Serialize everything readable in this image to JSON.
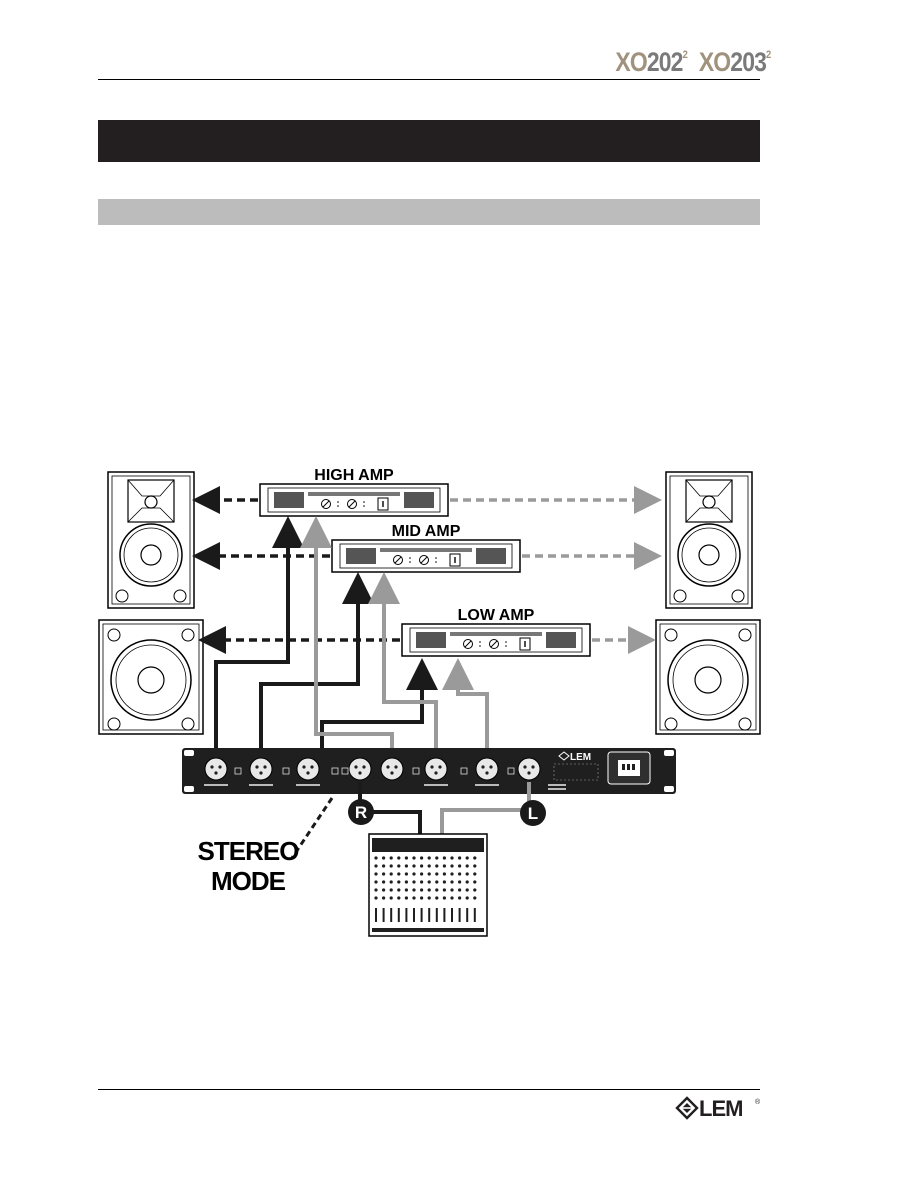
{
  "header": {
    "model_1_prefix": "XO",
    "model_1_number": "202",
    "model_1_sup": "2",
    "model_2_prefix": "XO",
    "model_2_number": "203",
    "model_2_sup": "2"
  },
  "section": {
    "title": "",
    "subtitle": ""
  },
  "diagram": {
    "high_amp": "HIGH AMP",
    "mid_amp": "MID AMP",
    "low_amp": "LOW AMP",
    "input_right": "R",
    "input_left": "L",
    "mode_line1": "STEREO",
    "mode_line2": "MODE",
    "unit_brand": "LEM"
  },
  "footer": {
    "logo_text": "LEM",
    "logo_mark": "®"
  },
  "colors": {
    "black_band": "#231f20",
    "grey_band": "#bcbcbc",
    "grey_cable": "#9a9a9a",
    "brand_accent": "#a0927c"
  }
}
